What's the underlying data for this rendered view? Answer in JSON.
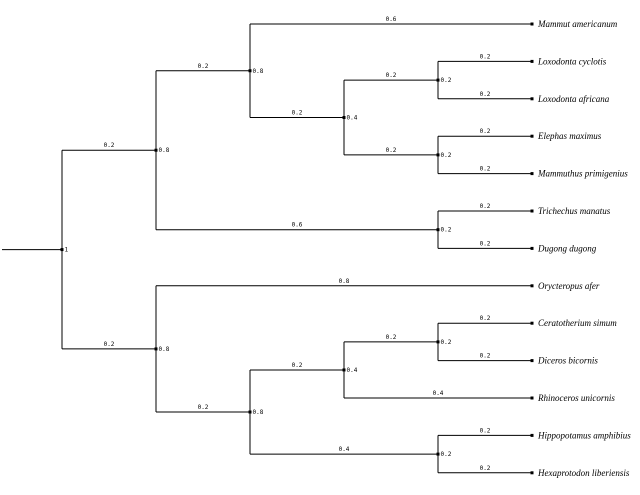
{
  "tree": {
    "support": "1",
    "children": [
      {
        "length": "0.2",
        "support": "0.8",
        "children": [
          {
            "length": "0.2",
            "support": "0.8",
            "children": [
              {
                "length": "0.6",
                "name": "Mammut americanum"
              },
              {
                "length": "0.2",
                "support": "0.4",
                "children": [
                  {
                    "length": "0.2",
                    "support": "0.2",
                    "children": [
                      {
                        "length": "0.2",
                        "name": "Loxodonta cyclotis"
                      },
                      {
                        "length": "0.2",
                        "name": "Loxodonta africana"
                      }
                    ]
                  },
                  {
                    "length": "0.2",
                    "support": "0.2",
                    "children": [
                      {
                        "length": "0.2",
                        "name": "Elephas maximus"
                      },
                      {
                        "length": "0.2",
                        "name": "Mammuthus primigenius"
                      }
                    ]
                  }
                ]
              }
            ]
          },
          {
            "length": "0.6",
            "support": "0.2",
            "children": [
              {
                "length": "0.2",
                "name": "Trichechus manatus"
              },
              {
                "length": "0.2",
                "name": "Dugong dugong"
              }
            ]
          }
        ]
      },
      {
        "length": "0.2",
        "support": "0.8",
        "children": [
          {
            "length": "0.8",
            "name": "Orycteropus afer"
          },
          {
            "length": "0.2",
            "support": "0.8",
            "children": [
              {
                "length": "0.2",
                "support": "0.4",
                "children": [
                  {
                    "length": "0.2",
                    "support": "0.2",
                    "children": [
                      {
                        "length": "0.2",
                        "name": "Ceratotherium simum"
                      },
                      {
                        "length": "0.2",
                        "name": "Diceros bicornis"
                      }
                    ]
                  },
                  {
                    "length": "0.4",
                    "name": "Rhinoceros unicornis"
                  }
                ]
              },
              {
                "length": "0.4",
                "support": "0.2",
                "children": [
                  {
                    "length": "0.2",
                    "name": "Hippopotamus amphibius"
                  },
                  {
                    "length": "0.2",
                    "name": "Hexaprotodon liberiensis"
                  }
                ]
              }
            ]
          }
        ]
      }
    ]
  }
}
